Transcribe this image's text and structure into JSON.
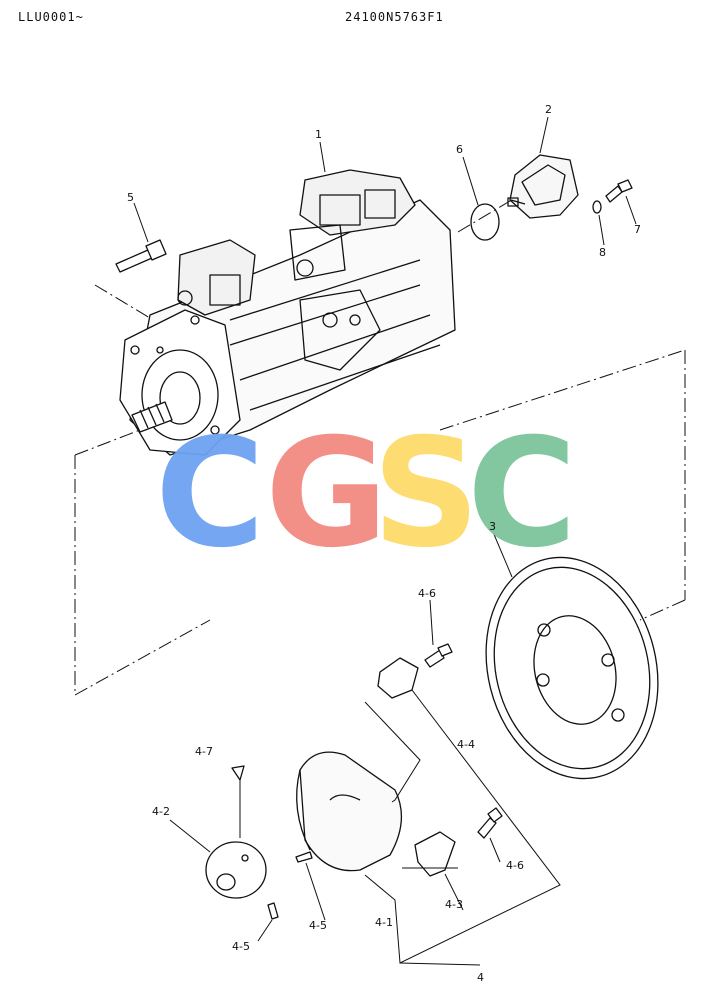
{
  "header": {
    "serial_range": "LLU0001~",
    "part_number": "24100N5763F1"
  },
  "watermark": {
    "letters": [
      "C",
      "G",
      "S",
      "C"
    ],
    "colors": [
      "#6ea2f2",
      "#f28b82",
      "#fddc6a",
      "#7cc59a"
    ]
  },
  "callouts": {
    "c1": "1",
    "c2": "2",
    "c3": "3",
    "c4": "4",
    "c5": "5",
    "c6": "6",
    "c7": "7",
    "c8": "8",
    "c4_1": "4-1",
    "c4_2": "4-2",
    "c4_3": "4-3",
    "c4_4": "4-4",
    "c4_5a": "4-5",
    "c4_5b": "4-5",
    "c4_6a": "4-6",
    "c4_6b": "4-6",
    "c4_7": "4-7"
  }
}
